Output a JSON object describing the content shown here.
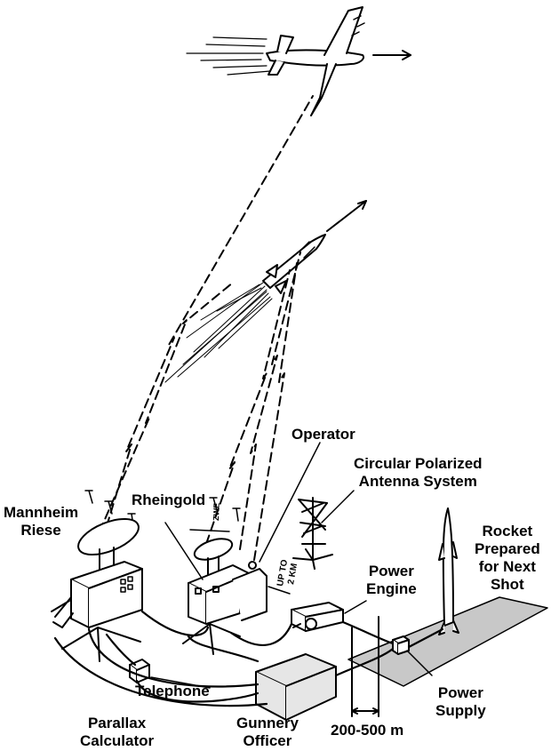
{
  "labels": {
    "operator": "Operator",
    "antenna": [
      "Circular Polarized",
      "Antenna System"
    ],
    "mannheim": [
      "Mannheim",
      "Riese"
    ],
    "rheingold": "Rheingold",
    "rocket": [
      "Rocket",
      "Prepared",
      "for Next",
      "Shot"
    ],
    "power_engine": [
      "Power",
      "Engine"
    ],
    "telephone": "Telephone",
    "power_supply": [
      "Power",
      "Supply"
    ],
    "parallax": [
      "Parallax",
      "Calculator"
    ],
    "gunnery": [
      "Gunnery",
      "Officer"
    ],
    "distance": "200-500 m",
    "up_to": [
      "UP TO",
      "2 KM"
    ],
    "wire_mark": "ZWE"
  },
  "colors": {
    "ink": "#000000",
    "pad": "#c8c8c8",
    "fill": "#e6e6e6"
  }
}
